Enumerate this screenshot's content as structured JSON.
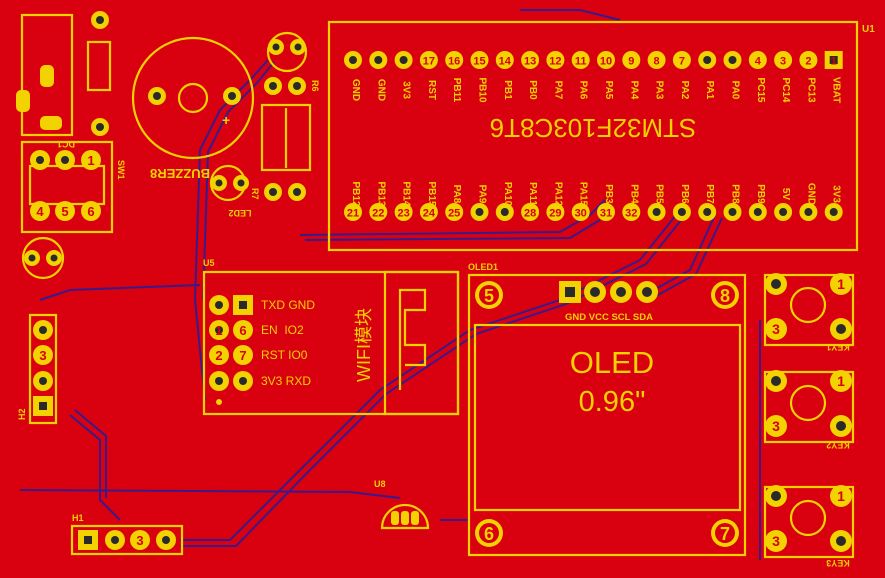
{
  "colors": {
    "board": "#d9000f",
    "silk": "#f2d200",
    "trace": "#3a1a8a",
    "pad": "#f2d200",
    "hole": "#2a2a2a"
  },
  "u1": {
    "ref": "U1",
    "chip": "STM32F103C8T6",
    "top_pins": [
      {
        "num": "",
        "label": "GND"
      },
      {
        "num": "",
        "label": "GND"
      },
      {
        "num": "",
        "label": "3V3"
      },
      {
        "num": "17",
        "label": "RST"
      },
      {
        "num": "16",
        "label": "PB11"
      },
      {
        "num": "15",
        "label": "PB10"
      },
      {
        "num": "14",
        "label": "PB1"
      },
      {
        "num": "13",
        "label": "PB0"
      },
      {
        "num": "12",
        "label": "PA7"
      },
      {
        "num": "11",
        "label": "PA6"
      },
      {
        "num": "10",
        "label": "PA5"
      },
      {
        "num": "9",
        "label": "PA4"
      },
      {
        "num": "8",
        "label": "PA3"
      },
      {
        "num": "7",
        "label": "PA2"
      },
      {
        "num": "",
        "label": "PA1"
      },
      {
        "num": "",
        "label": "PA0"
      },
      {
        "num": "4",
        "label": "PC15"
      },
      {
        "num": "3",
        "label": "PC14"
      },
      {
        "num": "2",
        "label": "PC13"
      },
      {
        "num": "1",
        "label": "VBAT"
      }
    ],
    "bottom_pins": [
      {
        "num": "21",
        "label": "PB12"
      },
      {
        "num": "22",
        "label": "PB13"
      },
      {
        "num": "23",
        "label": "PB14"
      },
      {
        "num": "24",
        "label": "PB15"
      },
      {
        "num": "25",
        "label": "PA8"
      },
      {
        "num": "",
        "label": "PA9"
      },
      {
        "num": "",
        "label": "PA10"
      },
      {
        "num": "28",
        "label": "PA11"
      },
      {
        "num": "29",
        "label": "PA12"
      },
      {
        "num": "30",
        "label": "PA15"
      },
      {
        "num": "31",
        "label": "PB3"
      },
      {
        "num": "32",
        "label": "PB4"
      },
      {
        "num": "",
        "label": "PB5"
      },
      {
        "num": "",
        "label": "PB6"
      },
      {
        "num": "",
        "label": "PB7"
      },
      {
        "num": "",
        "label": "PB8"
      },
      {
        "num": "",
        "label": "PB9"
      },
      {
        "num": "",
        "label": "5V"
      },
      {
        "num": "",
        "label": "GND"
      },
      {
        "num": "",
        "label": "3V3"
      }
    ]
  },
  "oled": {
    "ref": "OLED1",
    "title": "OLED",
    "size": "0.96\"",
    "pins": "GND VCC SCL SDA",
    "corners": [
      "5",
      "8",
      "6",
      "7"
    ]
  },
  "wifi": {
    "ref": "U5",
    "module": "WIFI模块",
    "rows": [
      "TXD GND",
      "EN  IO2",
      "RST IO0",
      "3V3 RXD"
    ],
    "nums": [
      "1",
      "6",
      "2",
      "7"
    ]
  },
  "sw1": {
    "ref": "SW1",
    "dc": "DC1",
    "nums": [
      "1",
      "4",
      "5",
      "6"
    ]
  },
  "buzzer": {
    "ref": "BUZZER8",
    "plus": "+"
  },
  "led2": {
    "ref": "LED2"
  },
  "r6": {
    "ref": "R6"
  },
  "r7": {
    "ref": "R7"
  },
  "h1": {
    "ref": "H1",
    "num": "3"
  },
  "h2": {
    "ref": "H2",
    "num": "3"
  },
  "u8": {
    "ref": "U8"
  },
  "keys": [
    {
      "ref": "KEY1",
      "n1": "1",
      "n3": "3"
    },
    {
      "ref": "KEY2",
      "n1": "1",
      "n3": "3"
    },
    {
      "ref": "KEY3",
      "n1": "1",
      "n3": "3"
    }
  ]
}
